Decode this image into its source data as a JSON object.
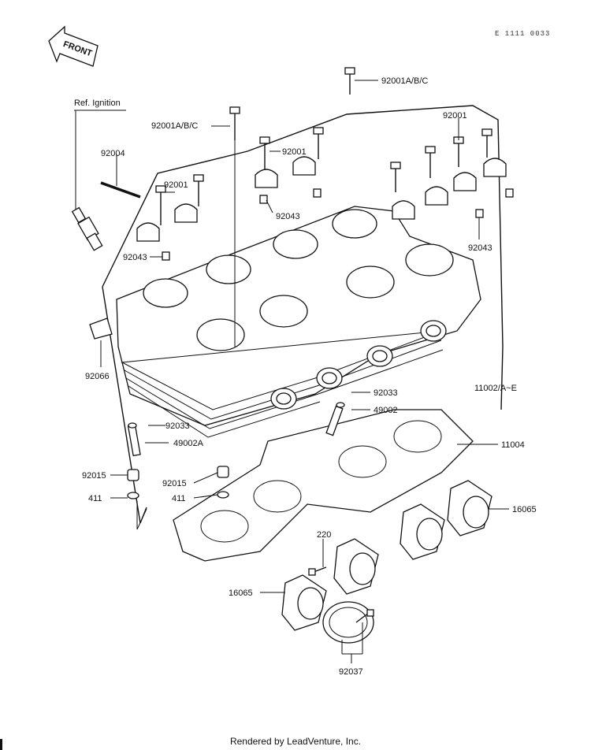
{
  "diagram": {
    "direction_label": "FRONT",
    "drawing_code": "E 1111 0033",
    "ref_label": "Ref. Ignition",
    "parts": {
      "p92001abc_top": "92001A/B/C",
      "p92001abc_left": "92001A/B/C",
      "p92001_right": "92001",
      "p92001_center": "92001",
      "p92001_left": "92001",
      "p92004": "92004",
      "p92043_center": "92043",
      "p92043_left": "92043",
      "p92043_right": "92043",
      "p92066": "92066",
      "p11002": "11002/A~E",
      "p92033_right": "92033",
      "p49002_right": "49002",
      "p92033_left": "92033",
      "p49002a": "49002A",
      "p11004": "11004",
      "p92015_left": "92015",
      "p92015_center": "92015",
      "p411_left": "411",
      "p411_center": "411",
      "p16065_right": "16065",
      "p16065_left": "16065",
      "p220": "220",
      "p92037": "92037"
    }
  },
  "footer": {
    "text": "Rendered by LeadVenture, Inc."
  }
}
